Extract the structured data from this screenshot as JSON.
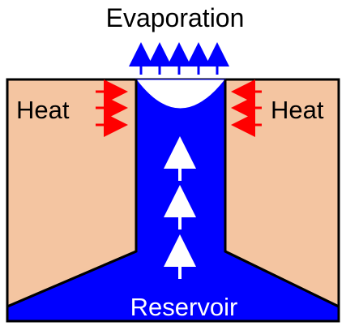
{
  "diagram": {
    "title": "Evaporation",
    "left_label": "Heat",
    "right_label": "Heat",
    "bottom_label": "Reservoir"
  },
  "colors": {
    "background": "#ffffff",
    "wall_fill": "#f4c5a1",
    "water_fill": "#0000ff",
    "outline": "#000000",
    "heat_arrow": "#ff0000",
    "evaporation_arrow": "#0000ff",
    "flow_arrow": "#ffffff",
    "text_dark": "#000000",
    "text_light": "#ffffff"
  },
  "icons": {
    "heat_arrow": "left-right-arrow",
    "evaporation_arrow": "up-arrow",
    "flow_arrow": "up-arrow"
  }
}
